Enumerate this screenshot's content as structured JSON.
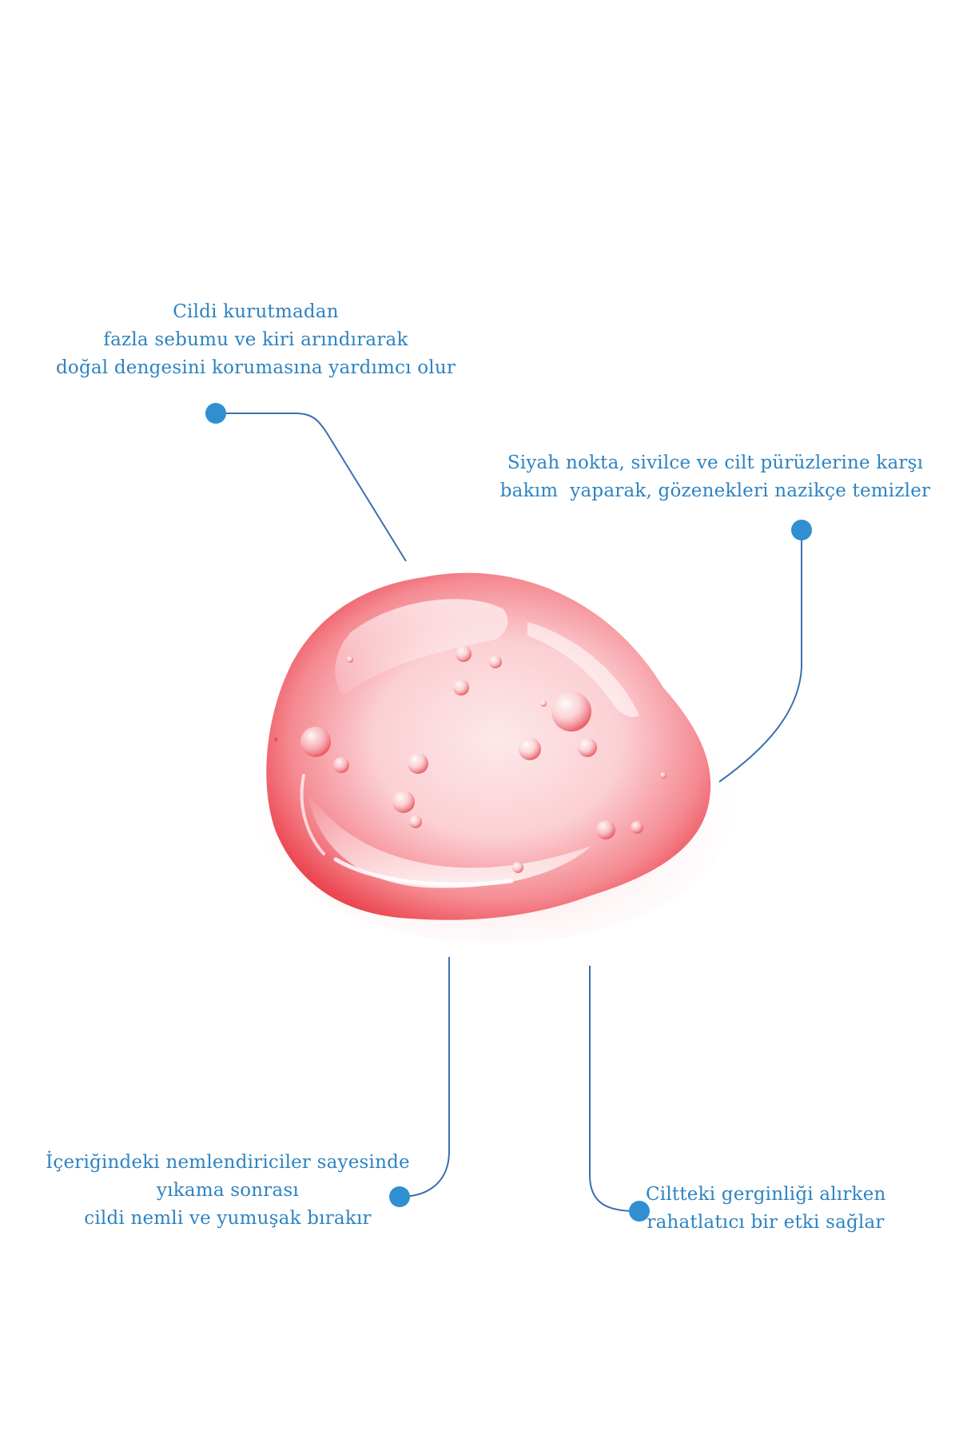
{
  "benefits": [
    {
      "lines": [
        "Cildi kurutmadan",
        "fazla sebumu ve kiri arındırarak",
        "doğal dengesini korumasına yardımcı olur"
      ]
    },
    {
      "lines": [
        "Siyah nokta, sivilce ve cilt pürüzlerine karşı",
        "bakım  yaparak, gözenekleri nazikçe temizler"
      ]
    },
    {
      "lines": [
        "İçeriğindeki nemlendiriciler sayesinde",
        "yıkama sonrası",
        "cildi nemli ve yumuşak bırakır"
      ]
    },
    {
      "lines": [
        "Ciltteki gerginliği alırken",
        "rahatlatıcı bir etki sağlar"
      ]
    }
  ],
  "colors": {
    "text": "#2e83c2",
    "line": "#3a6fae",
    "dot": "#2f8fd0",
    "gel": "#ee4a52"
  },
  "visual": {
    "subject": "red-gel-droplet-icon"
  }
}
